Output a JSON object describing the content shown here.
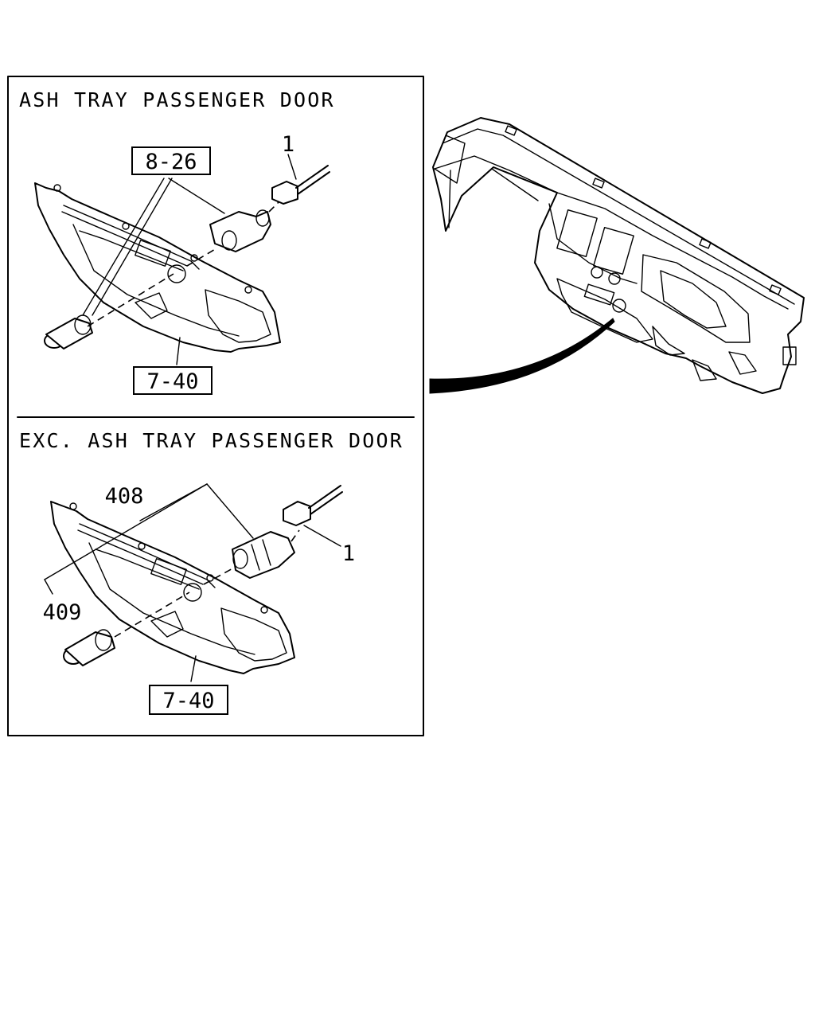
{
  "panels": {
    "top": {
      "title": "ASH TRAY PASSENGER DOOR",
      "callouts": {
        "ref_box": "8-26",
        "part": "1",
        "bezel_ref": "7-40"
      }
    },
    "bottom": {
      "title": "EXC. ASH TRAY PASSENGER DOOR",
      "callouts": {
        "socket": "408",
        "knob": "409",
        "part": "1",
        "bezel_ref": "7-40"
      }
    }
  }
}
